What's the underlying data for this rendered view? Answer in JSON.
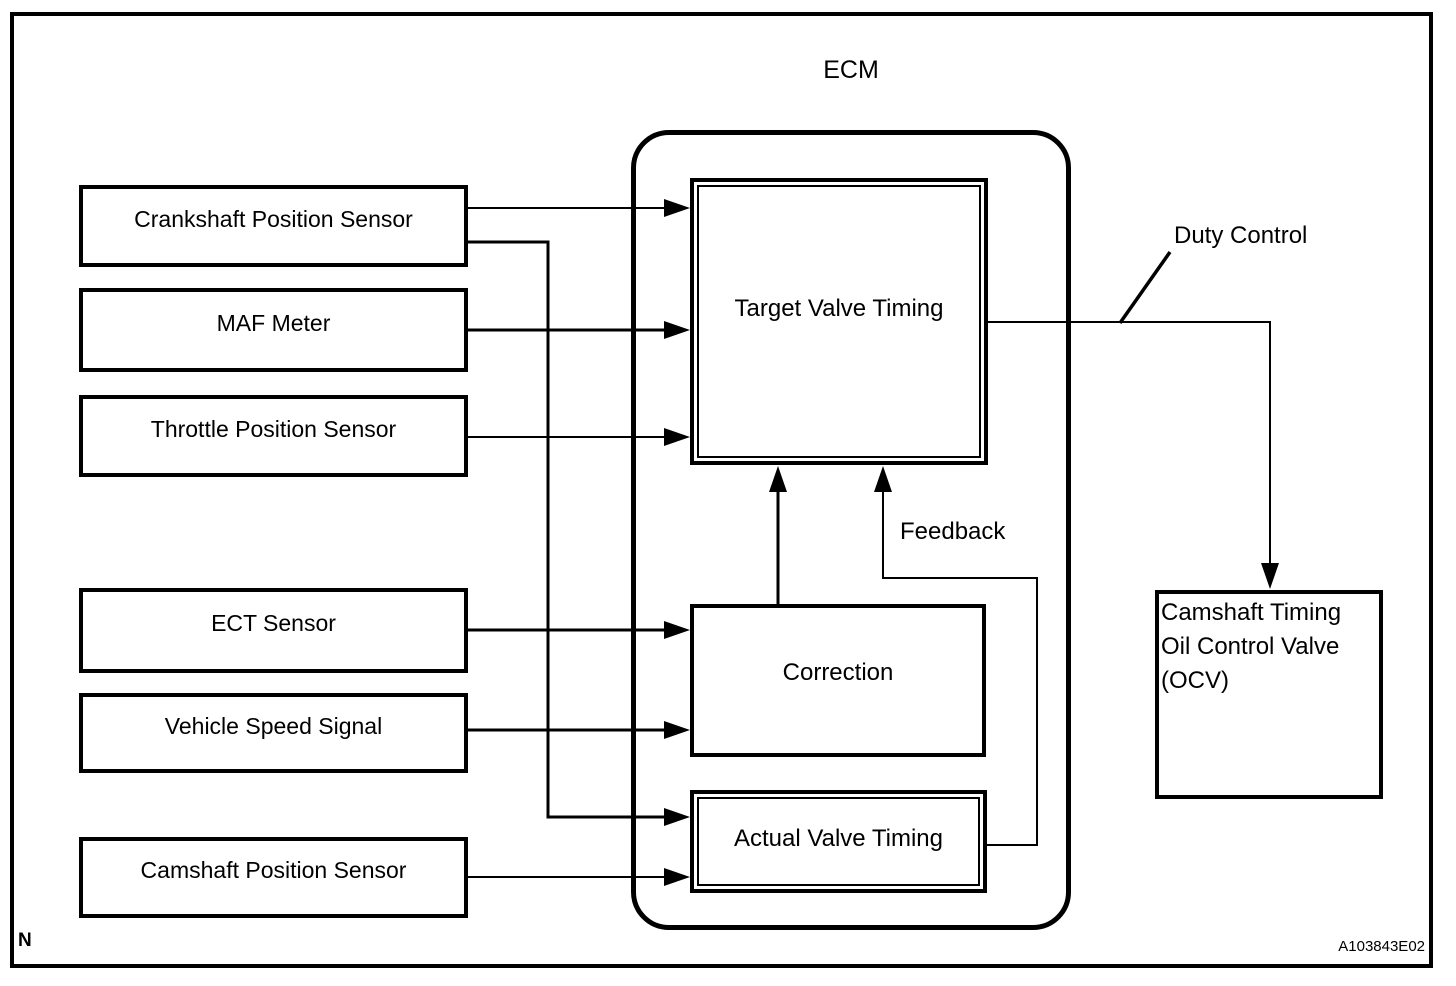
{
  "ecm": {
    "label": "ECM",
    "blocks": {
      "target_valve_timing": "Target Valve Timing",
      "correction": "Correction",
      "actual_valve_timing": "Actual Valve Timing"
    }
  },
  "sensors": [
    {
      "label": "Crankshaft Position Sensor"
    },
    {
      "label": "MAF Meter"
    },
    {
      "label": "Throttle Position Sensor"
    },
    {
      "label": "ECT Sensor"
    },
    {
      "label": "Vehicle Speed Signal"
    },
    {
      "label": "Camshaft Position Sensor"
    }
  ],
  "actuator": {
    "label": "Camshaft Timing\nOil Control Valve\n(OCV)"
  },
  "annotations": {
    "duty_control": "Duty Control",
    "feedback": "Feedback"
  },
  "footer": {
    "note": "N",
    "figure_code": "A103843E02"
  },
  "colors": {
    "line": "#000000",
    "background": "#ffffff",
    "text": "#000000"
  }
}
